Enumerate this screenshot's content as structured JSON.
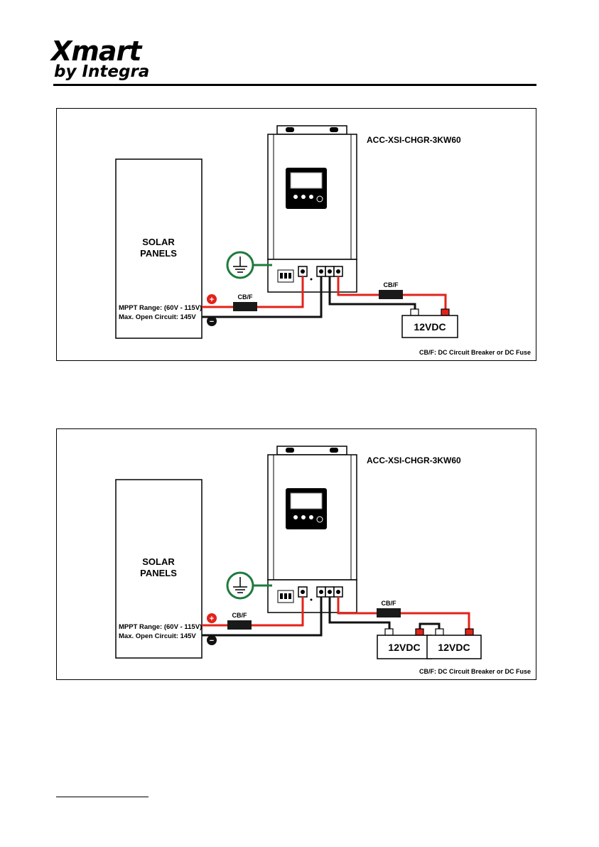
{
  "header": {
    "brand_main": "Xmart",
    "brand_sub": "by Integra"
  },
  "colors": {
    "positive_wire": "#e2231a",
    "negative_wire": "#111111",
    "ground": "#1e7a3c",
    "breaker": "#1a1a1a"
  },
  "diagrams": [
    {
      "model": "ACC-XSI-CHGR-3KW60",
      "solar_title_line1": "SOLAR",
      "solar_title_line2": "PANELS",
      "mppt_range": "MPPT Range: (60V - 115V)",
      "max_open_circuit": "Max. Open Circuit: 145V",
      "breaker_label_1": "CB/F",
      "breaker_label_2": "CB/F",
      "batteries": [
        "12VDC"
      ],
      "note": "CB/F: DC Circuit Breaker or DC Fuse"
    },
    {
      "model": "ACC-XSI-CHGR-3KW60",
      "solar_title_line1": "SOLAR",
      "solar_title_line2": "PANELS",
      "mppt_range": "MPPT Range: (60V - 115V)",
      "max_open_circuit": "Max. Open Circuit: 145V",
      "breaker_label_1": "CB/F",
      "breaker_label_2": "CB/F",
      "batteries": [
        "12VDC",
        "12VDC"
      ],
      "note": "CB/F: DC Circuit Breaker or DC Fuse"
    }
  ]
}
